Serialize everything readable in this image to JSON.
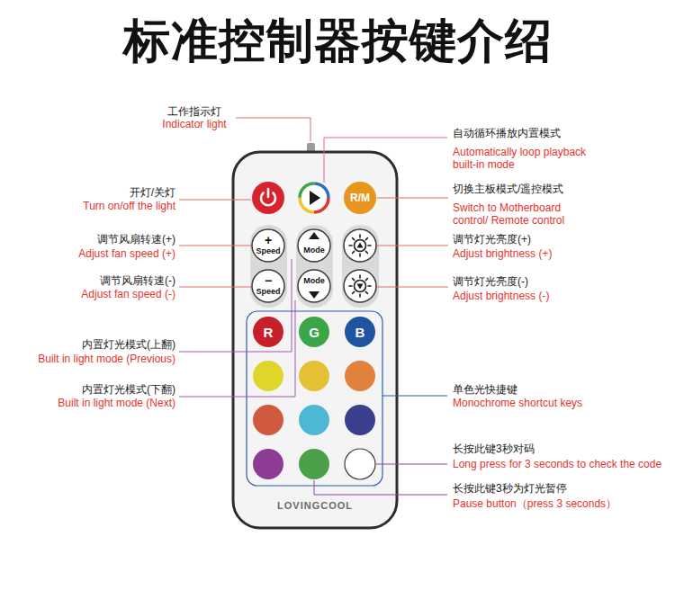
{
  "diagram": {
    "title": "标准控制器按键介绍",
    "nodes": [
      {
        "text": [
          "LOVINGCOOL"
        ]
      },
      {
        "text": [
          "R/M"
        ],
        "in": 0
      },
      {
        "text": [
          "+",
          "Speed"
        ],
        "in": 0
      },
      {
        "text": [
          "Mode"
        ],
        "in": 0
      },
      {
        "text": [
          "−",
          "Speed"
        ],
        "in": 0
      },
      {
        "text": [
          "Mode"
        ],
        "in": 0
      },
      {
        "text": [
          "R"
        ],
        "in": 0
      },
      {
        "text": [
          "G"
        ],
        "in": 0
      },
      {
        "text": [
          "B"
        ],
        "in": 0
      }
    ],
    "labels": [
      "工作指示灯",
      "Indicator light",
      "自动循环播放内置模式",
      "Automatically loop playback built-in mode",
      "开灯/关灯",
      "Turn on/off the light",
      "切换主板模式/遥控模式",
      "Switch to Motherboard control/ Remote control",
      "调节风扇转速(+)",
      "Adjust fan speed (+)",
      "调节灯光亮度(+)",
      "Adjust brightness (+)",
      "调节风扇转速(-)",
      "Adjust fan speed (-)",
      "调节灯光亮度(-)",
      "Adjust brightness (-)",
      "内置灯光模式(上翻)",
      "Built in light mode (Previous)",
      "内置灯光模式(下翻)",
      "Built in light mode (Next)",
      "单色光快捷键",
      "Monochrome shortcut keys",
      "长按此键3秒对码",
      "Long press for 3 seconds to check the code",
      "长按此键3秒为灯光暂停",
      "Pause button（press 3 seconds）"
    ]
  }
}
